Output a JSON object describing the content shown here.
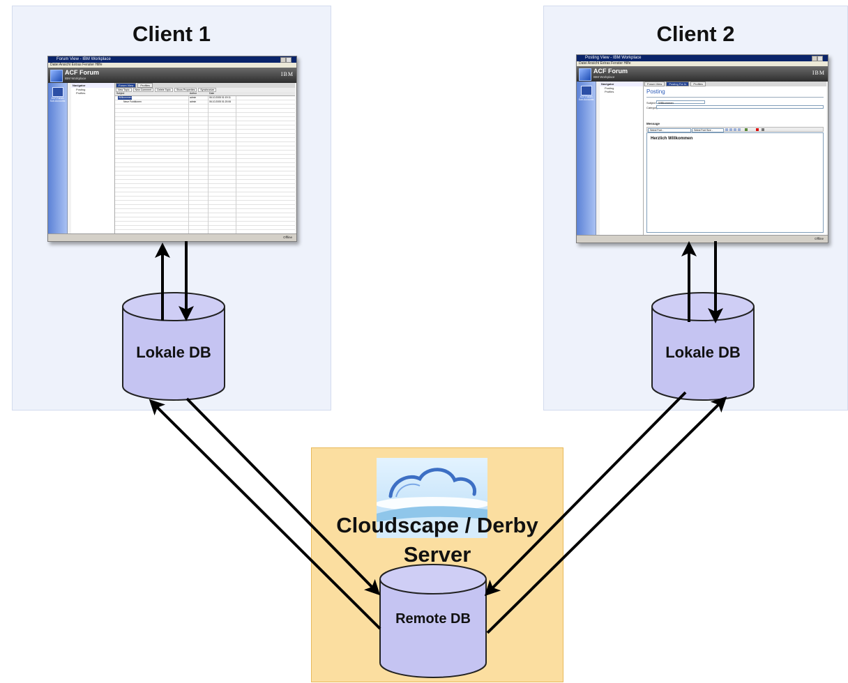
{
  "client1": {
    "title": "Client 1",
    "db_label": "Lokale DB",
    "screenshot": {
      "window_title": "Forum View - IBM Workplace",
      "menu": "Datei  Ansicht  Extras  Fenster  Hilfe",
      "app_title": "ACF Forum",
      "app_subtitle": "IBM Workplace",
      "brand": "IBM",
      "side_label": "ACF Forum Sub-Accounts",
      "nav_heading": "Navigator",
      "nav_items": [
        "Posting",
        "Profiles"
      ],
      "tabs": [
        "Forum View",
        "Profiles"
      ],
      "toolbar": [
        "New Topic",
        "New Comment",
        "Delete Topic",
        "Show Properties",
        "Synchronize"
      ],
      "columns": [
        "Subject",
        "Author",
        "Date"
      ],
      "rows": [
        {
          "subject": "Willkommen",
          "author": "admin",
          "date": "06.10.2005 01:19:11"
        },
        {
          "subject": "Neue Funktionen",
          "author": "admin",
          "date": "06.10.2005 01:20:06"
        }
      ],
      "status": "Offline"
    }
  },
  "client2": {
    "title": "Client 2",
    "db_label": "Lokale DB",
    "screenshot": {
      "window_title": "Posting View - IBM Workplace",
      "menu": "Datei  Ansicht  Extras  Fenster  Hilfe",
      "app_title": "ACF Forum",
      "app_subtitle": "IBM Workplace",
      "brand": "IBM",
      "side_label": "ACF Forum Sub-Accounts",
      "nav_heading": "Navigator",
      "nav_items": [
        "Posting",
        "Profiles"
      ],
      "tabs": [
        "Forum View",
        "Posting For In",
        "Profiles"
      ],
      "form_title": "Posting",
      "subject_label": "Subject",
      "subject_value": "Willkommen",
      "category_label": "Category",
      "message_heading": "Message",
      "font_select": "- Select Font -",
      "size_select": "- Select Font Size -",
      "body_text": "Herzlich Willkommen",
      "status": "Offline"
    }
  },
  "server": {
    "title_line1": "Cloudscape / Derby",
    "title_line2": "Server",
    "db_label": "Remote DB"
  },
  "colors": {
    "client_panel": "#eef2fb",
    "server_panel": "#fbdea0",
    "db_fill": "#c5c4f2",
    "arrow": "#000000"
  }
}
